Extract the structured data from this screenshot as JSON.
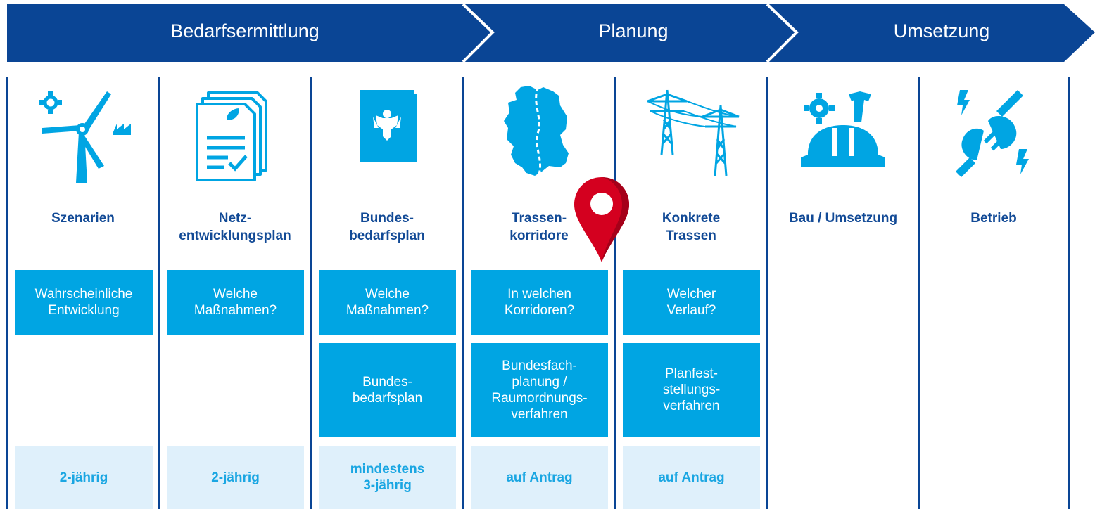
{
  "colors": {
    "header": "#0a4595",
    "box": "#00a5e3",
    "freq_bg": "#dff0fb",
    "freq_text": "#1aa6e2",
    "title_text": "#124a96",
    "pin": "#d4001f"
  },
  "phases": [
    "Bedarfsermittlung",
    "Planung",
    "Umsetzung"
  ],
  "columns": [
    {
      "icon": "wind-turbine-factory-icon",
      "title": "Szenarien",
      "boxes": [
        "Wahrscheinliche\nEntwicklung"
      ],
      "freq": "2-jährig"
    },
    {
      "icon": "document-stack-icon",
      "title": "Netz-\nentwicklungsplan",
      "boxes": [
        "Welche\nMaßnahmen?"
      ],
      "freq": "2-jährig"
    },
    {
      "icon": "federal-eagle-book-icon",
      "title": "Bundes-\nbedarfsplan",
      "boxes": [
        "Welche\nMaßnahmen?",
        "Bundes-\nbedarfsplan"
      ],
      "freq": "mindestens\n3-jährig"
    },
    {
      "icon": "germany-map-corridor-icon",
      "title": "Trassen-\nkorridore",
      "boxes": [
        "In welchen\nKorridoren?",
        "Bundesfach-\nplanung /\nRaumordnungs-\nverfahren"
      ],
      "freq": "auf Antrag"
    },
    {
      "icon": "power-pylons-icon",
      "title": "Konkrete\nTrassen",
      "boxes": [
        "Welcher\nVerlauf?",
        "Planfest-\nstellungs-\nverfahren"
      ],
      "freq": "auf Antrag"
    },
    {
      "icon": "construction-gear-helmet-icon",
      "title": "Bau / Umsetzung",
      "boxes": [],
      "freq": ""
    },
    {
      "icon": "power-plug-icon",
      "title": "Betrieb",
      "boxes": [],
      "freq": ""
    }
  ]
}
